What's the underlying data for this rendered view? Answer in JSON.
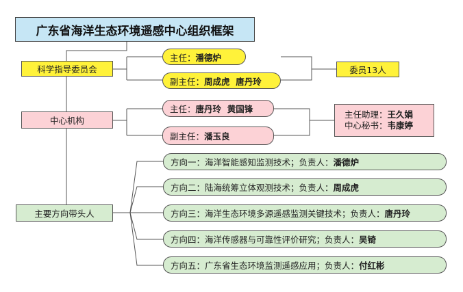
{
  "title": "广东省海洋生态环境遥感中心组织框架",
  "committee": {
    "label": "科学指导委员会",
    "director_prefix": "主任：",
    "director_name": "潘德炉",
    "deputy_prefix": "副主任：",
    "deputy_names": "周成虎  唐丹玲",
    "members": "委员13人"
  },
  "center": {
    "label": "中心机构",
    "director_prefix": "主任：",
    "director_names": "唐丹玲  黄国锋",
    "deputy_prefix": "副主任：",
    "deputy_name": "潘玉良",
    "assistant_prefix": "主任助理：",
    "assistant_name": "王久娟",
    "secretary_prefix": "中心秘书：",
    "secretary_name": "韦康婷"
  },
  "leaders": {
    "label": "主要方向带头人",
    "directions": [
      {
        "text": "方向一：海洋智能感知监测技术；负责人：",
        "person": "潘德炉"
      },
      {
        "text": "方向二：陆海统筹立体观测技术；负责人：",
        "person": "周成虎"
      },
      {
        "text": "方向三：海洋生态环境多源遥感监测关键技术；负责人：",
        "person": "唐丹玲"
      },
      {
        "text": "方向四：海洋传感器与可靠性评价研究；负责人：",
        "person": "吴锜"
      },
      {
        "text": "方向五：广东省生态环境监测遥感应用；负责人：",
        "person": "付红彬"
      }
    ]
  },
  "colors": {
    "title_bg": "#c6e6f5",
    "committee": "#fff23a",
    "center": "#fcd2d6",
    "directions": "#d6ecd0",
    "lines": "#555555"
  }
}
